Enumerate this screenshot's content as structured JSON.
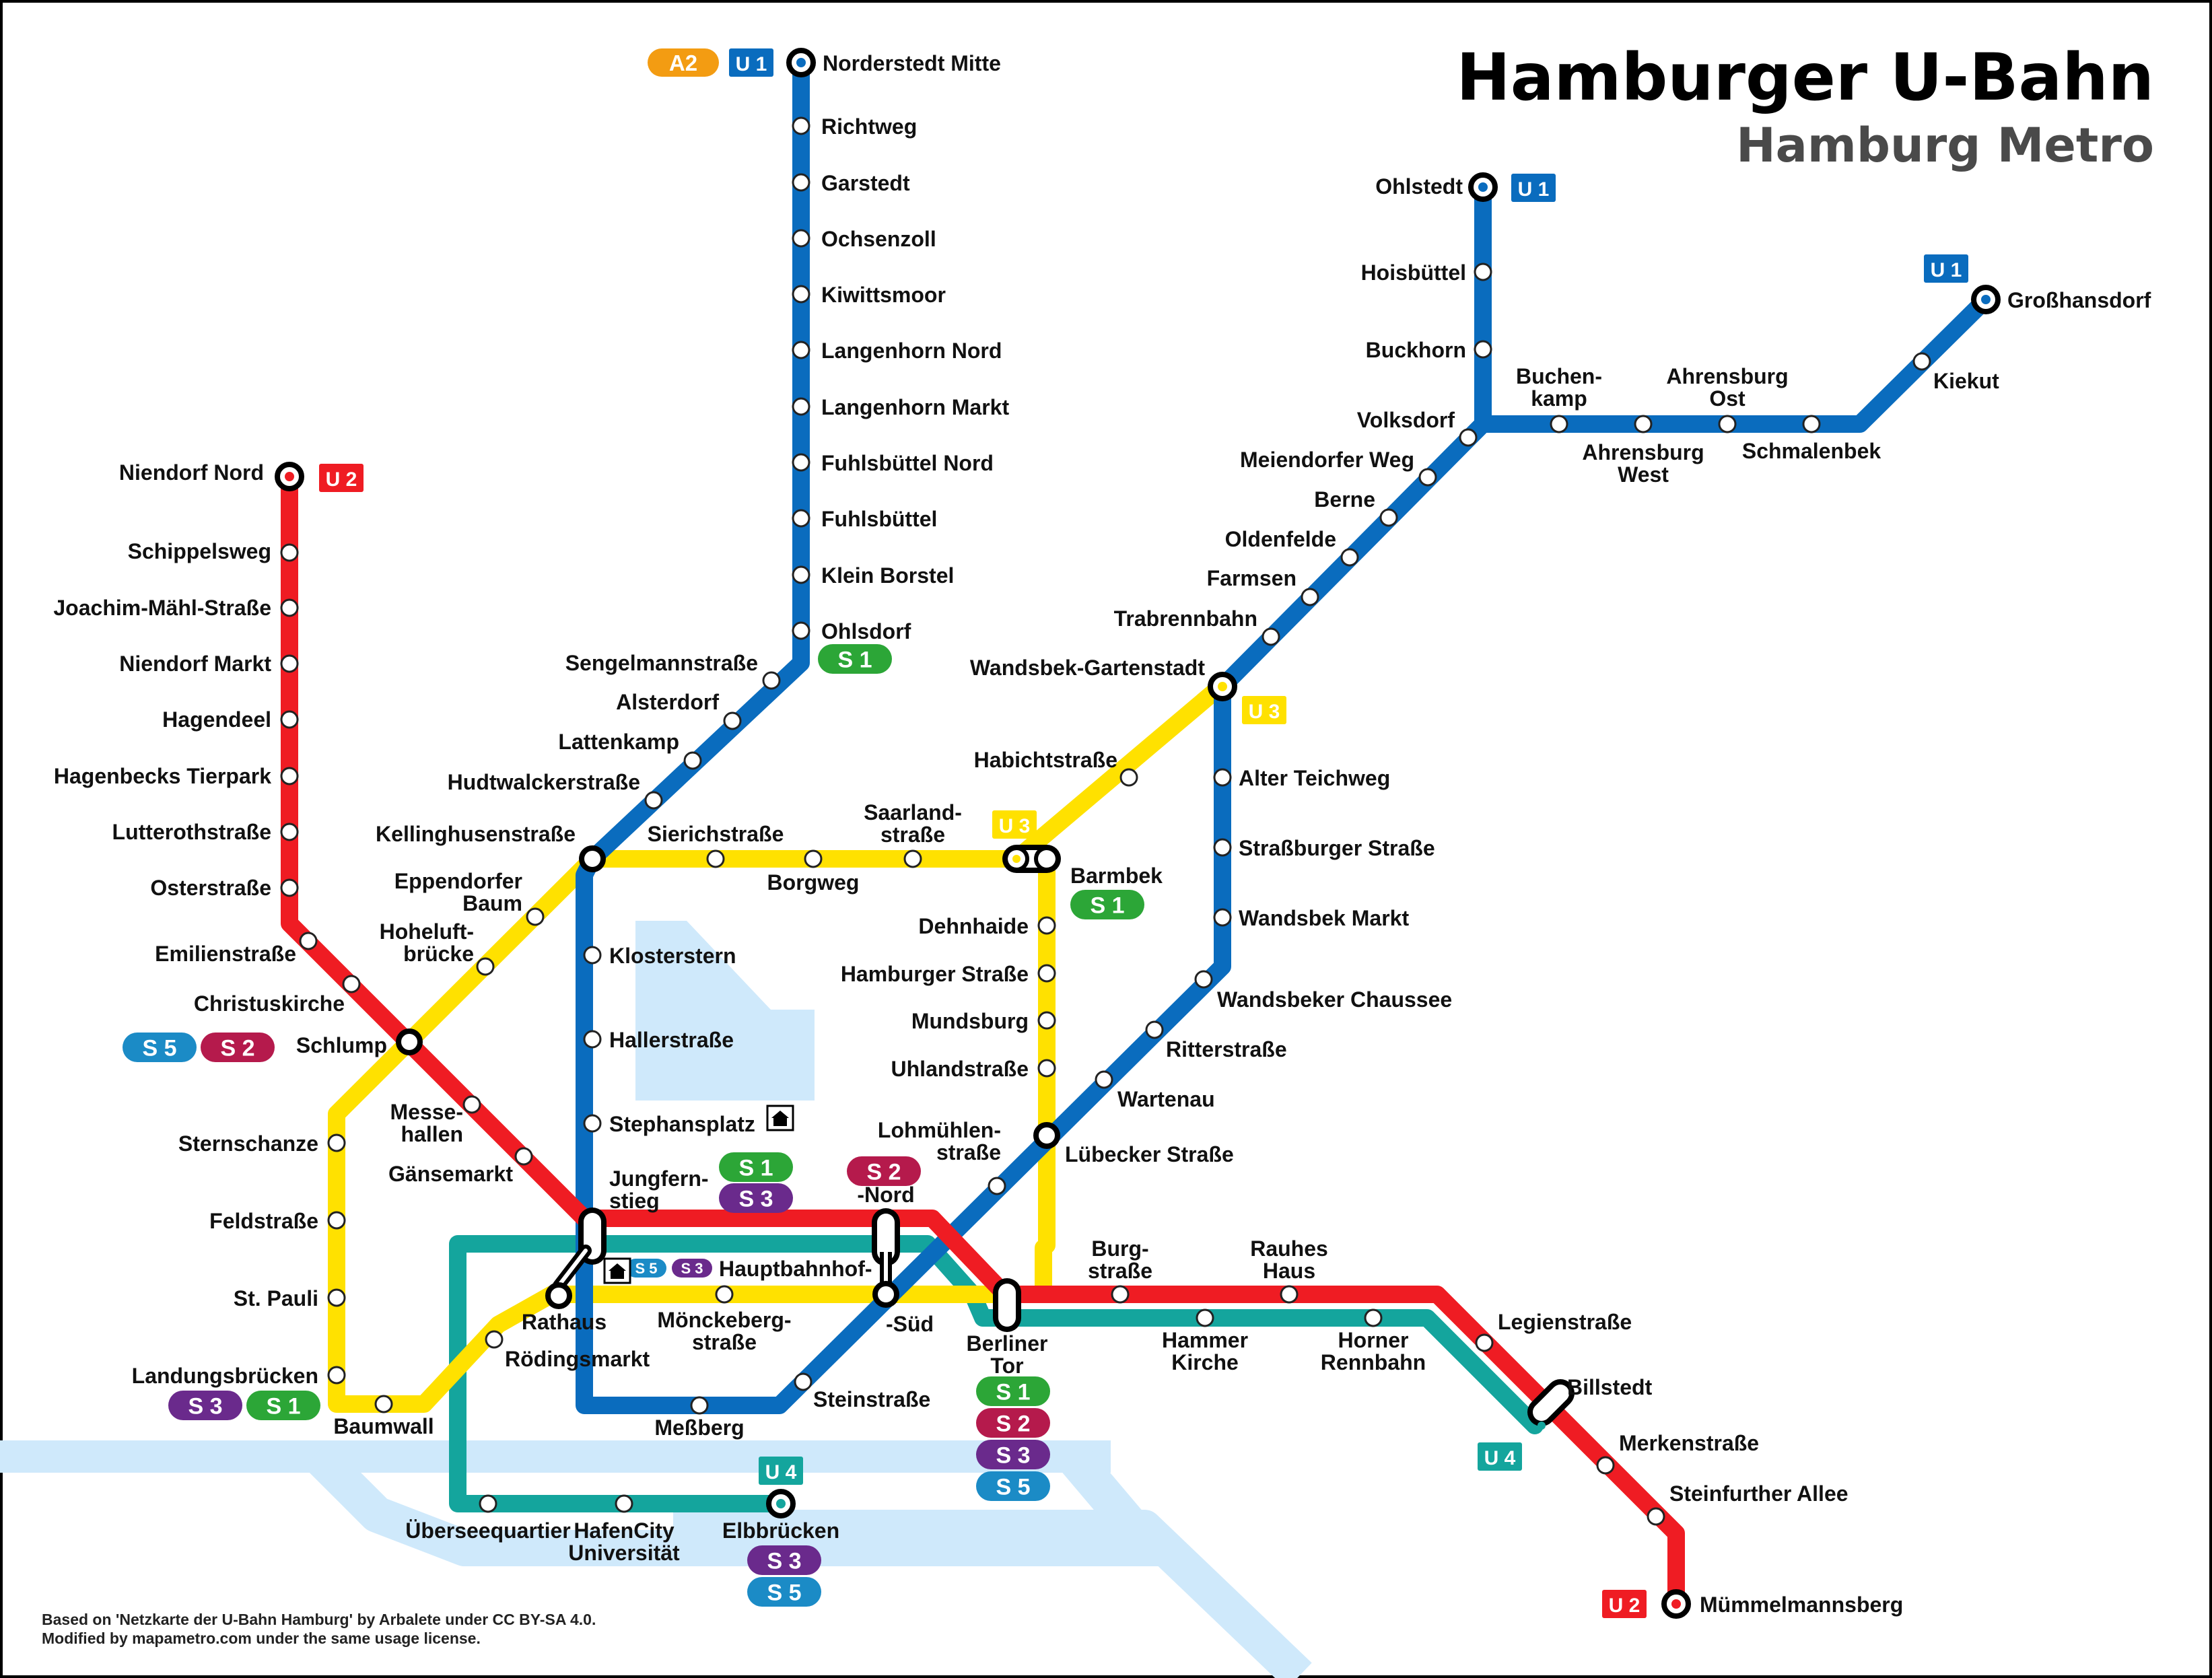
{
  "title": "Hamburger U-Bahn",
  "subtitle": "Hamburg Metro",
  "credits": [
    "Based on 'Netzkarte der U-Bahn Hamburg' by Arbalete under CC BY-SA 4.0.",
    "Modified by mapametro.com under the same usage license."
  ],
  "colors": {
    "U1": "#0a6cbe",
    "U2": "#ef1c23",
    "U3": "#ffe100",
    "U4": "#14a59d",
    "S1": "#2ca637",
    "S2": "#b51a4c",
    "S3": "#6a2a8c",
    "S5": "#1b8bc6",
    "A2": "#f39c12",
    "water": "#cfe9fb"
  },
  "lines": {
    "U1": {
      "label": "U 1"
    },
    "U2": {
      "label": "U 2"
    },
    "U3": {
      "label": "U 3"
    },
    "U4": {
      "label": "U 4"
    },
    "A2": {
      "label": "A2"
    },
    "S1": {
      "label": "S 1"
    },
    "S2": {
      "label": "S 2"
    },
    "S3": {
      "label": "S 3"
    },
    "S5": {
      "label": "S 5"
    }
  },
  "stations": {
    "norderstedt_mitte": "Norderstedt Mitte",
    "richtweg": "Richtweg",
    "garstedt": "Garstedt",
    "ochsenzoll": "Ochsenzoll",
    "kiwittsmoor": "Kiwittsmoor",
    "langenhorn_nord": "Langenhorn Nord",
    "langenhorn_markt": "Langenhorn Markt",
    "fuhlsbuettel_nord": "Fuhlsbüttel Nord",
    "fuhlsbuettel": "Fuhlsbüttel",
    "klein_borstel": "Klein Borstel",
    "ohlsdorf": "Ohlsdorf",
    "sengelmannstrasse": "Sengelmannstraße",
    "alsterdorf": "Alsterdorf",
    "lattenkamp": "Lattenkamp",
    "hudtwalckerstrasse": "Hudtwalckerstraße",
    "kellinghusenstrasse": "Kellinghusenstraße",
    "klosterstern": "Klosterstern",
    "hallerstrasse": "Hallerstraße",
    "stephansplatz": "Stephansplatz",
    "jungfernstieg": "Jungfern-\nstieg",
    "messberg": "Meßberg",
    "steinstrasse": "Steinstraße",
    "hauptbahnhof": "Hauptbahnhof-",
    "hbf_nord": "-Nord",
    "hbf_sued": "-Süd",
    "luebecker_strasse": "Lübecker Straße",
    "wartenau": "Wartenau",
    "ritterstrasse": "Ritterstraße",
    "wandsbeker_chaussee": "Wandsbeker Chaussee",
    "wandsbek_markt": "Wandsbek Markt",
    "strassburger_strasse": "Straßburger Straße",
    "alter_teichweg": "Alter Teichweg",
    "wandsbek_gartenstadt": "Wandsbek-Gartenstadt",
    "trabrennbahn": "Trabrennbahn",
    "farmsen": "Farmsen",
    "oldenfelde": "Oldenfelde",
    "berne": "Berne",
    "meiendorfer_weg": "Meiendorfer Weg",
    "volksdorf": "Volksdorf",
    "buckhorn": "Buckhorn",
    "hoisbuettel": "Hoisbüttel",
    "ohlstedt": "Ohlstedt",
    "buchenkamp": "Buchen-\nkamp",
    "ahrensburg_west": "Ahrensburg\nWest",
    "ahrensburg_ost": "Ahrensburg\nOst",
    "schmalenbek": "Schmalenbek",
    "kiekut": "Kiekut",
    "grosshansdorf": "Großhansdorf",
    "niendorf_nord": "Niendorf Nord",
    "schippelsweg": "Schippelsweg",
    "joachim_maehl_strasse": "Joachim-Mähl-Straße",
    "niendorf_markt": "Niendorf Markt",
    "hagendeel": "Hagendeel",
    "hagenbecks_tierpark": "Hagenbecks Tierpark",
    "lutterothstrasse": "Lutterothstraße",
    "osterstrasse": "Osterstraße",
    "emilienstrasse": "Emilienstraße",
    "christuskirche": "Christuskirche",
    "schlump": "Schlump",
    "messehallen": "Messe-\nhallen",
    "gaensemarkt": "Gänsemarkt",
    "berliner_tor": "Berliner\nTor",
    "burgstrasse": "Burg-\nstraße",
    "hammer_kirche": "Hammer\nKirche",
    "rauhes_haus": "Rauhes\nHaus",
    "horner_rennbahn": "Horner\nRennbahn",
    "legienstrasse": "Legienstraße",
    "billstedt": "Billstedt",
    "merkenstrasse": "Merkenstraße",
    "steinfurther_allee": "Steinfurther Allee",
    "muemmelmannsberg": "Mümmelmannsberg",
    "eppendorfer_baum": "Eppendorfer\nBaum",
    "hoheluftbruecke": "Hoheluft-\nbrücke",
    "sternschanze": "Sternschanze",
    "feldstrasse": "Feldstraße",
    "st_pauli": "St. Pauli",
    "landungsbruecken": "Landungsbrücken",
    "baumwall": "Baumwall",
    "roedingsmarkt": "Rödingsmarkt",
    "rathaus": "Rathaus",
    "moenckebergstrasse": "Mönckeberg-\nstraße",
    "sierichstrasse": "Sierichstraße",
    "borgweg": "Borgweg",
    "saarlandstrasse": "Saarland-\nstraße",
    "barmbek": "Barmbek",
    "dehnhaide": "Dehnhaide",
    "hamburger_strasse": "Hamburger Straße",
    "mundsburg": "Mundsburg",
    "uhlandstrasse": "Uhlandstraße",
    "habichtstrasse": "Habichtstraße",
    "lohmuehlenstrasse": "Lohmühlen-\nstraße",
    "ueberseequartier": "Überseequartier",
    "hafencity_universitaet": "HafenCity\nUniversität",
    "elbbruecken": "Elbbrücken"
  },
  "icons": {
    "airport": "airport-icon",
    "station_building": "station-building-icon"
  }
}
